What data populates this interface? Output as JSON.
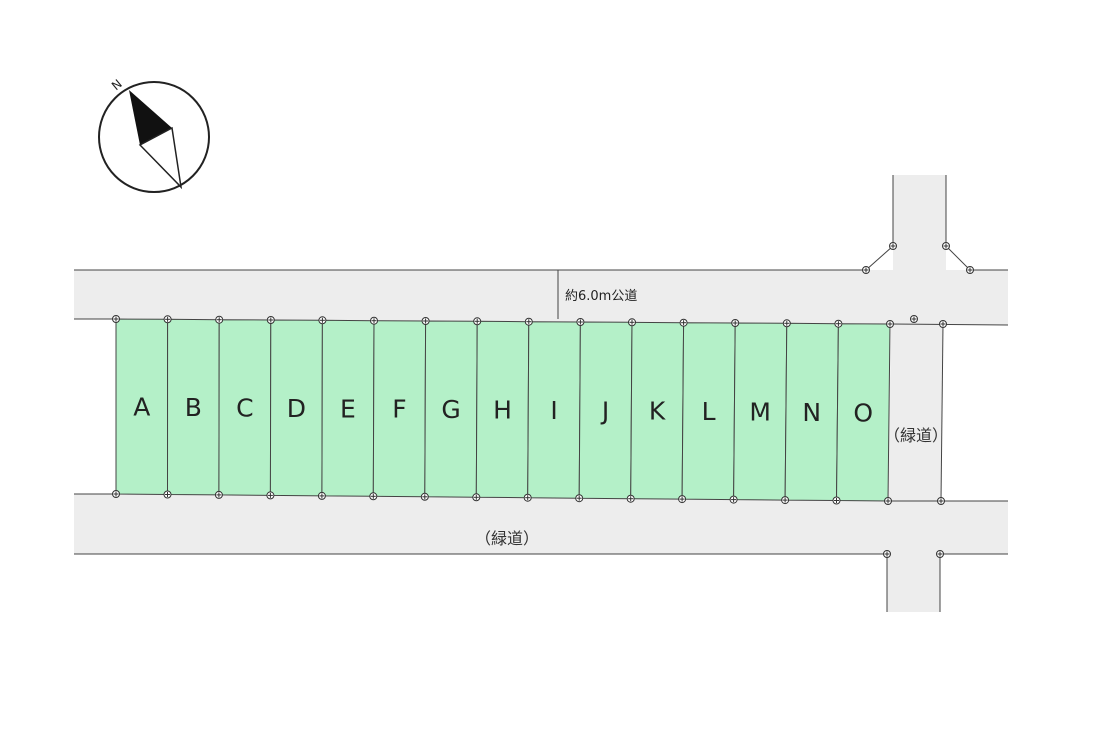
{
  "lots": [
    {
      "id": "lot-a",
      "label": "A"
    },
    {
      "id": "lot-b",
      "label": "B"
    },
    {
      "id": "lot-c",
      "label": "C"
    },
    {
      "id": "lot-d",
      "label": "D"
    },
    {
      "id": "lot-e",
      "label": "E"
    },
    {
      "id": "lot-f",
      "label": "F"
    },
    {
      "id": "lot-g",
      "label": "G"
    },
    {
      "id": "lot-h",
      "label": "H"
    },
    {
      "id": "lot-i",
      "label": "I"
    },
    {
      "id": "lot-j",
      "label": "J"
    },
    {
      "id": "lot-k",
      "label": "K"
    },
    {
      "id": "lot-l",
      "label": "L"
    },
    {
      "id": "lot-m",
      "label": "M"
    },
    {
      "id": "lot-n",
      "label": "N"
    },
    {
      "id": "lot-o",
      "label": "O"
    }
  ],
  "roads": {
    "north_road_label": "約6.0m公道",
    "south_green_label": "（緑道）",
    "east_green_label": "（緑道）"
  },
  "compass": {
    "north_label": "N",
    "icon": "north-arrow-icon"
  },
  "colors": {
    "lot_fill": "#b4f0c8",
    "road_fill": "#ededed",
    "line": "#444444"
  }
}
